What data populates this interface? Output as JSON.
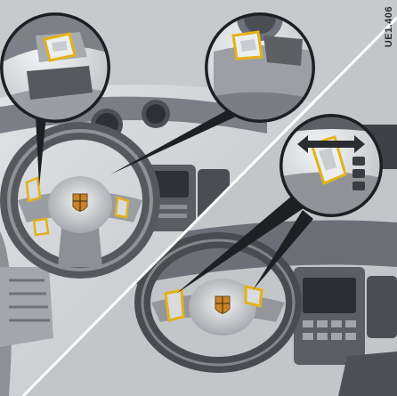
{
  "figure": {
    "code": "UE1.406",
    "description_panels": [
      "upper-left",
      "lower-right"
    ]
  },
  "colors": {
    "highlight": "#e3b21a",
    "dash_dark": "#3a3d41",
    "dash_mid": "#8c9096",
    "dash_light": "#c9ccd0",
    "background": "#d6d8da",
    "porsche_crest": "#c8832a"
  },
  "icons": {
    "steering_wheel": "steering-wheel-icon",
    "shift_paddle": "shift-paddle-icon",
    "double_arrow": "double-arrow-icon",
    "crest": "crest-icon"
  }
}
